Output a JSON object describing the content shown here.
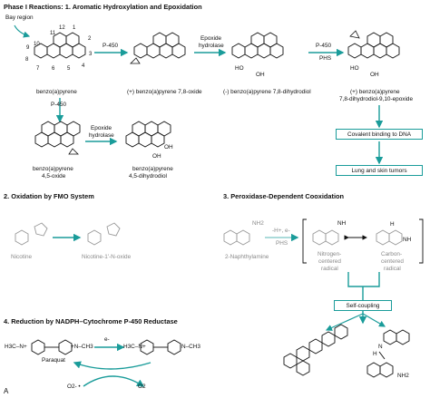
{
  "colors": {
    "teal": "#1a9c9a",
    "ink": "#111111",
    "grey": "#8a8a8a"
  },
  "section1": {
    "title": "Phase I Reactions: 1. Aromatic Hydroxylation and Epoxidation",
    "bay_region": "Bay region",
    "ring_numbers": [
      "1",
      "2",
      "3",
      "4",
      "5",
      "6",
      "7",
      "8",
      "9",
      "10",
      "11",
      "12"
    ],
    "compound_bap": "benzo(a)pyrene",
    "enzyme_p450_a": "P-450",
    "enzyme_p450_down": "P-450",
    "compound_78_oxide": "(+) benzo(a)pyrene 7,8-oxide",
    "enzyme_eh_1": "Epoxide",
    "enzyme_eh_2": "hydrolase",
    "compound_78_diol": "(-) benzo(a)pyrene 7,8-dihydrodiol",
    "enzyme_p450_b": "P-450",
    "enzyme_phs": "PHS",
    "compound_epoxide_1": "(+) benzo(a)pyrene",
    "compound_epoxide_2": "7,8-dihydrodiol-9,10-epoxide",
    "outcome_dna": "Covalent binding to DNA",
    "outcome_tumors": "Lung and skin tumors",
    "compound_45_oxide_1": "benzo(a)pyrene",
    "compound_45_oxide_2": "4,5-oxide",
    "enzyme_eh2_1": "Epoxide",
    "enzyme_eh2_2": "hydrolase",
    "compound_45_diol_1": "benzo(a)pyrene",
    "compound_45_diol_2": "4,5-dihydrodiol",
    "oh": "OH",
    "ho": "HO"
  },
  "section2": {
    "title": "2. Oxidation by FMO System",
    "nicotine": "Nicotine",
    "nicotine_oxide": "Nicotine-1'-N-oxide"
  },
  "section3": {
    "title": "3. Peroxidase-Dependent Cooxidation",
    "reactant": "2-Naphthylamine",
    "nh2": "NH2",
    "arrow_top": "-H+, e-",
    "arrow_bottom": "PHS",
    "radical_n_1": "Nitrogen-",
    "radical_n_2": "centered",
    "radical_n_3": "radical",
    "radical_c_1": "Carbon-",
    "radical_c_2": "centered",
    "radical_c_3": "radical",
    "nh_a": "NH",
    "nh_b": "NH",
    "h": "H",
    "coupling": "Self-coupling",
    "n_label": "N",
    "h_label": "H",
    "nh2_product": "NH2"
  },
  "section4": {
    "title": "4. Reduction by NADPH–Cytochrome P-450 Reductase",
    "paraquat": "Paraquat",
    "electron": "e-",
    "o2_radical": "O2- •",
    "o2": "O2",
    "h3c_a": "H3C–N+",
    "ch3_a": "+N–CH3",
    "h3c_b": "H3C–N+",
    "ch3_b": "N–CH3"
  },
  "panel_letter": "A"
}
